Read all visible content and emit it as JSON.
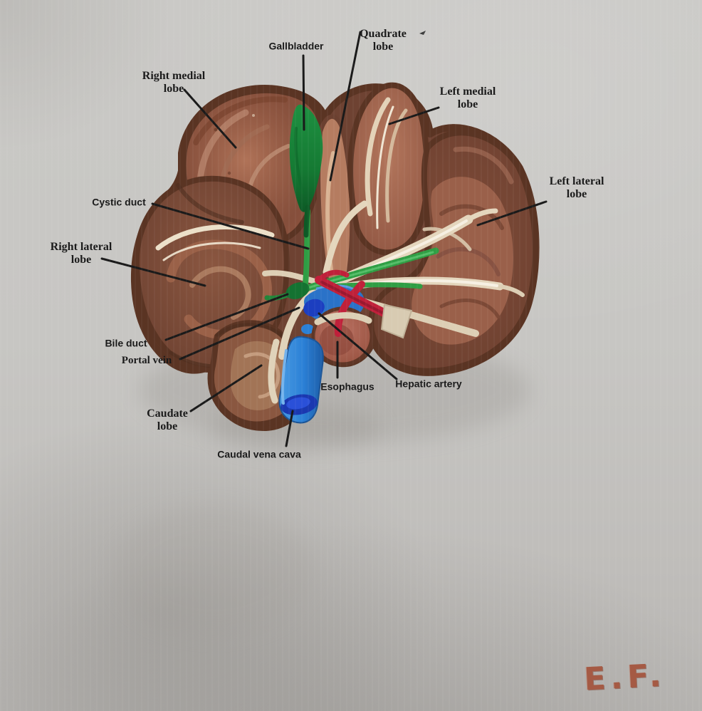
{
  "figure": {
    "kind": "hand-painted anatomical diagram of a liver (visceral surface) on paper",
    "signature": "E.F."
  },
  "palette": {
    "paper": "#c7c5c2",
    "outline_brown": "#5a3423",
    "lobe_brown_dark": "#6e4232",
    "lobe_brown_mid": "#96604a",
    "lobe_brown_light": "#b5816a",
    "highlight_cream": "#e6d9c0",
    "gallbladder_green": "#157a33",
    "duct_green": "#2f9e44",
    "portal_vein_blue": "#2a72c8",
    "vena_cava_blue": "#2b80d6",
    "vena_cava_opening_blue": "#1a38b0",
    "hepatic_artery_red": "#c0203a",
    "esophagus_pink": "#b2685a",
    "label_ink": "#1b1b1b",
    "signature_paint": "#a55a44"
  },
  "labels": {
    "gallbladder": "Gallbladder",
    "quadrate_lobe": "Quadrate\nlobe",
    "right_medial_lobe": "Right medial\nlobe",
    "left_medial_lobe": "Left medial\nlobe",
    "left_lateral_lobe": "Left lateral\nlobe",
    "cystic_duct": "Cystic duct",
    "right_lateral_lobe": "Right lateral\nlobe",
    "bile_duct": "Bile duct",
    "portal_vein": "Portal vein",
    "esophagus": "Esophagus",
    "hepatic_artery": "Hepatic artery",
    "caudate_lobe": "Caudate\nlobe",
    "caudal_vena_cava": "Caudal vena cava"
  }
}
